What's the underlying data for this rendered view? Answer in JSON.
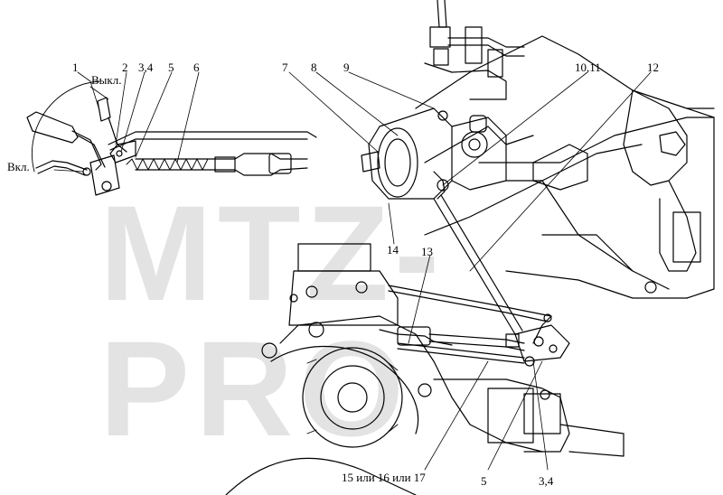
{
  "watermark": "MTZ-PRO",
  "labels": {
    "l1": "1",
    "l2": "2",
    "l34_top": "3,4",
    "l5_top": "5",
    "l6": "6",
    "l7": "7",
    "l8": "8",
    "l9": "9",
    "l1011": "10,11",
    "l12": "12",
    "l13": "13",
    "l14": "14",
    "l15": "15 или 16 или 17",
    "l5_bottom": "5",
    "l34_bottom": "3,4",
    "vykl": "Выкл.",
    "vkl": "Вкл."
  },
  "colors": {
    "line": "#000000",
    "watermark": "#e3e3e3",
    "background": "#ffffff"
  }
}
